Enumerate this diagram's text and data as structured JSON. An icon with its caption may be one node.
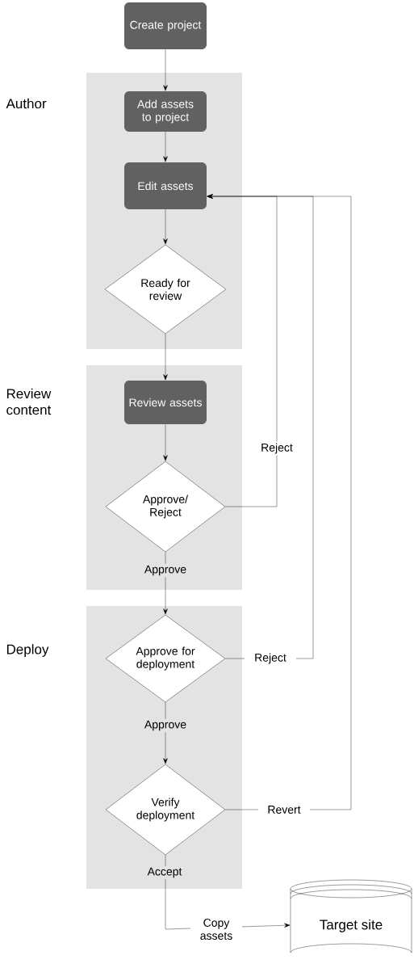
{
  "diagram": {
    "nodes": [
      {
        "text": [
          "Create project"
        ]
      },
      {
        "text": [
          "Author"
        ]
      },
      {
        "text": [
          "Add assets to project"
        ],
        "in": 1
      },
      {
        "text": [
          "Edit assets"
        ],
        "in": 1
      },
      {
        "text": [
          "Ready for review"
        ],
        "in": 1
      },
      {
        "text": [
          "Review content"
        ]
      },
      {
        "text": [
          "Review assets"
        ],
        "in": 5
      },
      {
        "text": [
          "Approve/ Reject"
        ],
        "in": 5
      },
      {
        "text": [
          "Deploy"
        ]
      },
      {
        "text": [
          "Approve for deployment"
        ],
        "in": 8
      },
      {
        "text": [
          "Verify deployment"
        ],
        "in": 8
      },
      {
        "text": [
          "Target site"
        ]
      }
    ],
    "edges": [
      {
        "from": 0,
        "to": 2,
        "arrow": "to"
      },
      {
        "from": 2,
        "to": 3,
        "arrow": "to"
      },
      {
        "from": 3,
        "to": 4,
        "arrow": "to"
      },
      {
        "from": 4,
        "to": 6,
        "arrow": "to"
      },
      {
        "from": 6,
        "to": 7,
        "arrow": "to"
      },
      {
        "from": 7,
        "to": 9,
        "arrow": "to",
        "label": "Approve"
      },
      {
        "from": 9,
        "to": 10,
        "arrow": "to",
        "label": "Approve"
      },
      {
        "from": 10,
        "to": 11,
        "arrow": "to",
        "label": "Copy assets"
      },
      {
        "from": 7,
        "to": 3,
        "arrow": "to",
        "label": "Reject"
      },
      {
        "from": 9,
        "to": 3,
        "arrow": "to",
        "label": "Reject"
      },
      {
        "from": 10,
        "to": 3,
        "arrow": "to",
        "label": "Revert"
      }
    ],
    "labels": [
      "Accept"
    ]
  }
}
